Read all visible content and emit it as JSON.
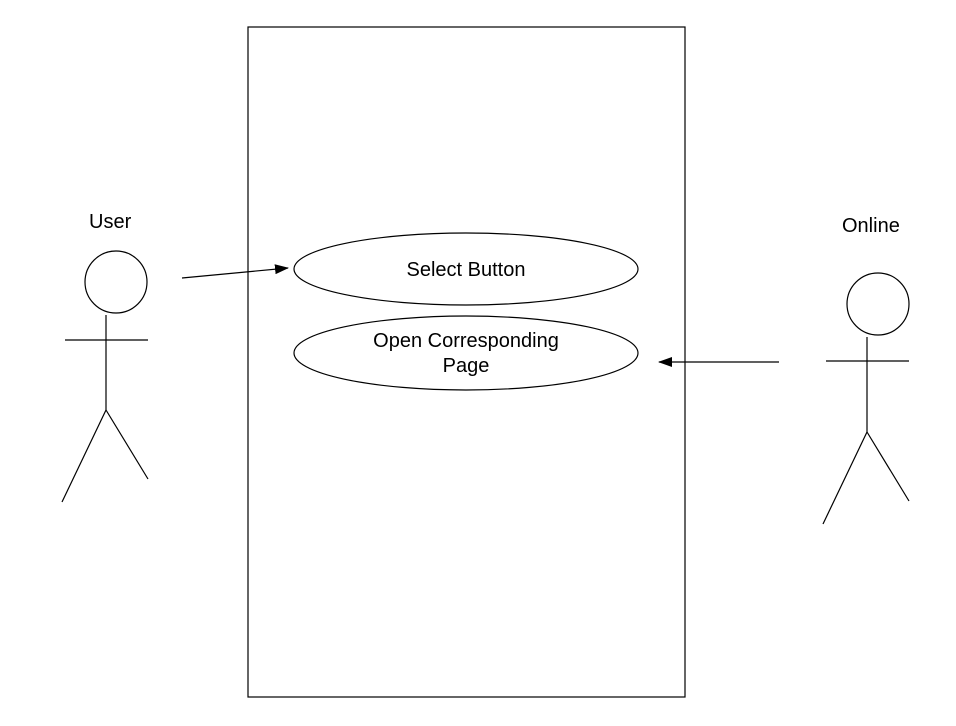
{
  "actors": {
    "user": {
      "label": "User"
    },
    "online": {
      "label": "Online"
    }
  },
  "use_cases": {
    "select_button": {
      "label": "Select Button"
    },
    "open_page": {
      "line1": "Open Corresponding",
      "line2": "Page"
    }
  },
  "colors": {
    "stroke": "#000000",
    "background": "#ffffff"
  }
}
